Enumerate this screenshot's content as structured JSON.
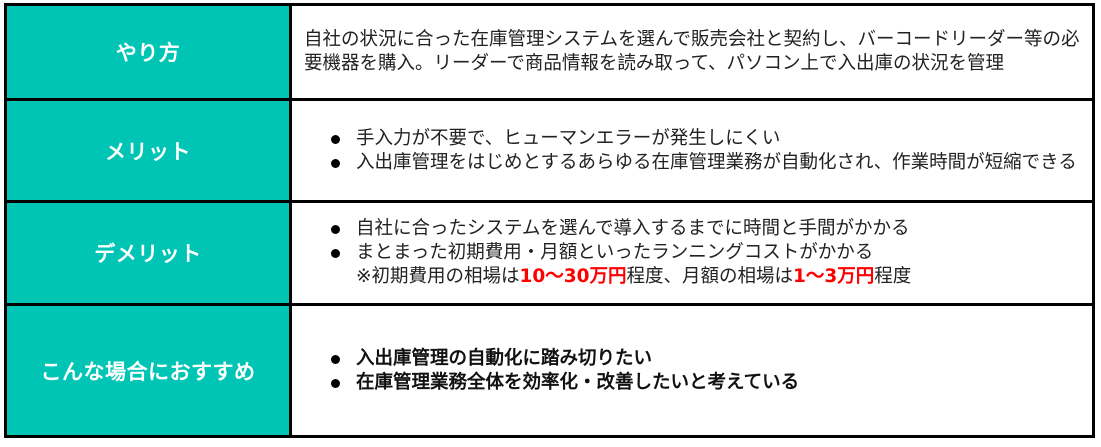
{
  "colors": {
    "header_bg": "#00C4B4",
    "header_text": "#ffffff",
    "border": "#000000",
    "highlight": "#ff0000"
  },
  "rows": [
    {
      "label": "やり方",
      "description": "自社の状況に合った在庫管理システムを選んで販売会社と契約し、バーコードリーダー等の必要機器を購入。リーダーで商品情報を読み取って、パソコン上で入出庫の状況を管理"
    },
    {
      "label": "メリット",
      "bullets": [
        "手入力が不要で、ヒューマンエラーが発生しにくい",
        "入出庫管理をはじめとするあらゆる在庫管理業務が自動化され、作業時間が短縮できる"
      ]
    },
    {
      "label": "デメリット",
      "bullets": [
        "自社に合ったシステムを選んで導入するまでに時間と手間がかかる",
        "まとまった初期費用・月額といったランニングコストがかかる"
      ],
      "note": {
        "prefix": "※初期費用の相場は",
        "initial_cost": "10〜30万円",
        "middle": "程度、月額の相場は",
        "monthly_cost": "1〜3万円",
        "suffix": "程度"
      }
    },
    {
      "label": "こんな場合におすすめ",
      "bullets": [
        "入出庫管理の自動化に踏み切りたい",
        "在庫管理業務全体を効率化・改善したいと考えている"
      ]
    }
  ]
}
